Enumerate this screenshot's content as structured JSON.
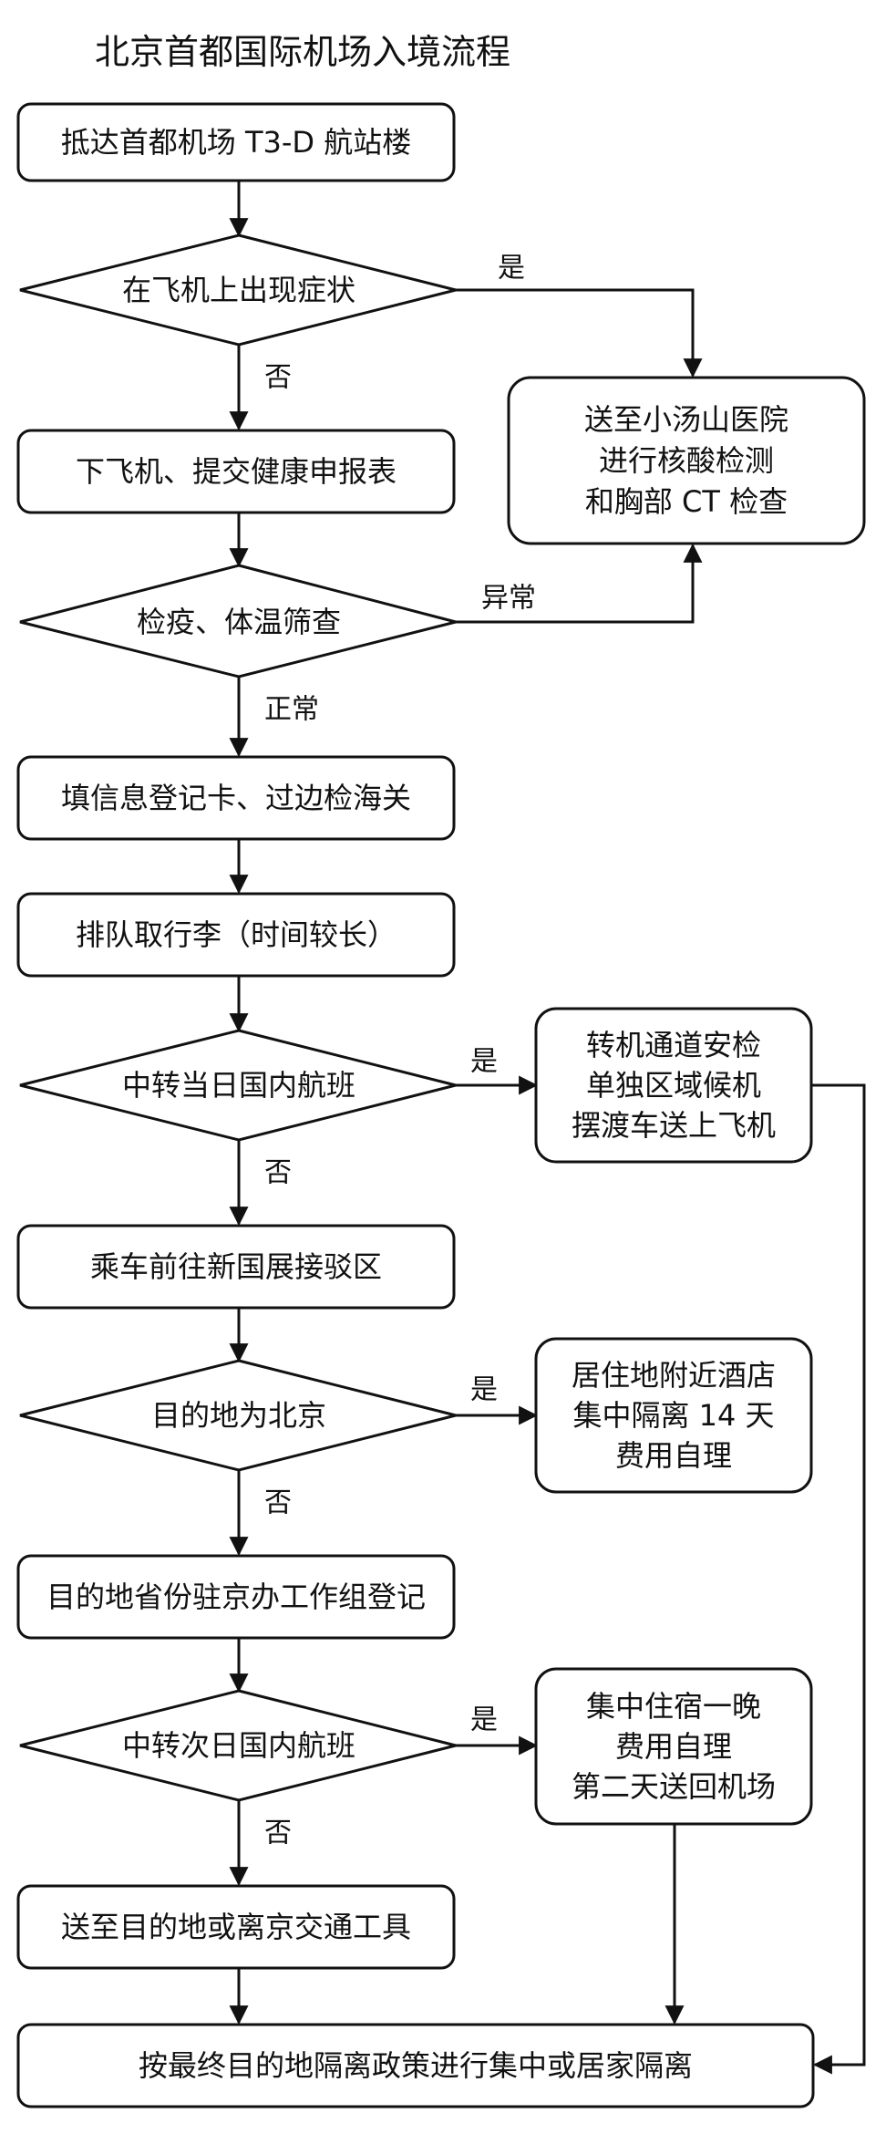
{
  "title": "北京首都国际机场入境流程",
  "steps": {
    "arrive": "抵达首都机场 T3-D 航站楼",
    "symptom_check": "在飞机上出现症状",
    "xiaotangshan": [
      "送至小汤山医院",
      "进行核酸检测",
      "和胸部 CT 检查"
    ],
    "declare": "下飞机、提交健康申报表",
    "temp_check": "检疫、体温筛查",
    "customs": "填信息登记卡、过边检海关",
    "luggage": "排队取行李（时间较长）",
    "same_day_transfer": "中转当日国内航班",
    "transfer_security": [
      "转机通道安检",
      "单独区域候机",
      "摆渡车送上飞机"
    ],
    "to_xinguozhan": "乘车前往新国展接驳区",
    "dest_beijing": "目的地为北京",
    "beijing_hotel": [
      "居住地附近酒店",
      "集中隔离 14 天",
      "费用自理"
    ],
    "register": "目的地省份驻京办工作组登记",
    "next_day_transfer": "中转次日国内航班",
    "overnight": [
      "集中住宿一晚",
      "费用自理",
      "第二天送回机场"
    ],
    "transport": "送至目的地或离京交通工具",
    "final": "按最终目的地隔离政策进行集中或居家隔离"
  },
  "edge_labels": {
    "symptom_yes": "是",
    "symptom_no": "否",
    "temp_abnormal": "异常",
    "temp_normal": "正常",
    "same_day_yes": "是",
    "same_day_no": "否",
    "beijing_yes": "是",
    "beijing_no": "否",
    "next_day_yes": "是",
    "next_day_no": "否"
  }
}
